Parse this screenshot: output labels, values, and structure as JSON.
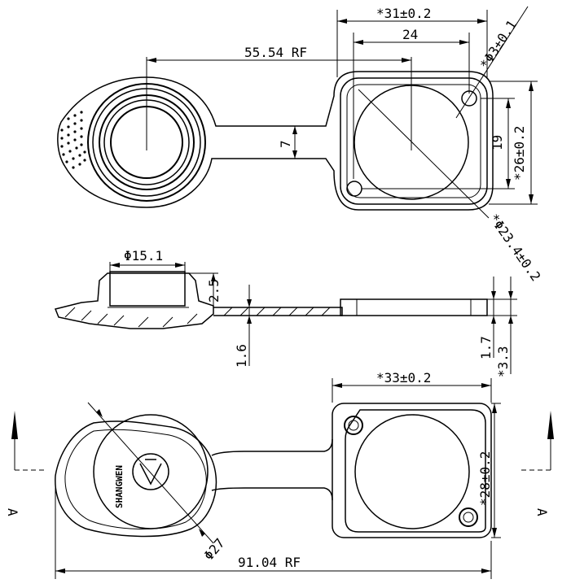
{
  "top_view": {
    "dim_width_panel": "*31±0.2",
    "dim_hole_spacing_h": "24",
    "dim_center_distance": "55.54 RF",
    "dim_hole_dia": "*Φ3±0.1",
    "dim_hole_spacing_v": "19",
    "dim_height_panel": "*26±0.2",
    "dim_strap_width": "7",
    "dim_cutout_dia": "*Φ23.4±0.2"
  },
  "side_view": {
    "dim_cap_dia": "Φ15.1",
    "dim_cap_height": "2.5",
    "dim_strap_thickness": "1.6",
    "dim_panel_thickness": "1.7",
    "dim_total_thickness": "*3.3"
  },
  "bottom_view": {
    "dim_width_panel": "*33±0.2",
    "dim_height_panel": "*28±0.2",
    "dim_cap_dia": "Φ27",
    "dim_overall_length": "91.04 RF",
    "section_left": "A",
    "section_right": "A",
    "logo_text": "SHANGWEN"
  }
}
